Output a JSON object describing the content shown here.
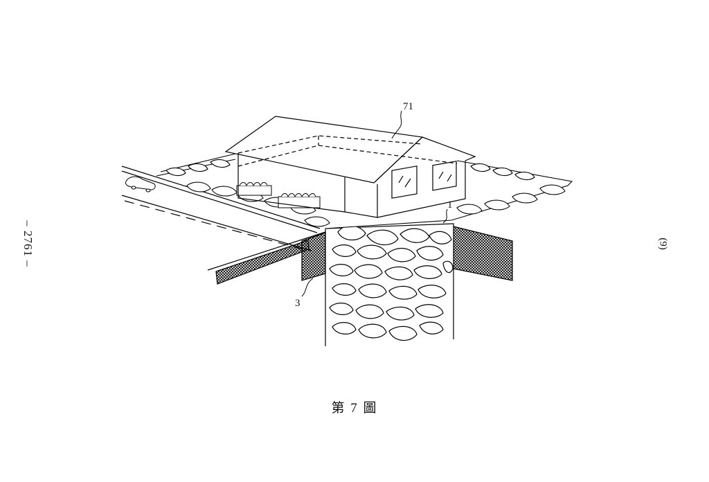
{
  "page": {
    "left_margin_text": "– 2761 –",
    "right_margin_text": "(9)"
  },
  "figure": {
    "caption": "第 7 圖",
    "labels": {
      "house": "71",
      "foundation": "1",
      "retaining_layer": "3"
    }
  }
}
